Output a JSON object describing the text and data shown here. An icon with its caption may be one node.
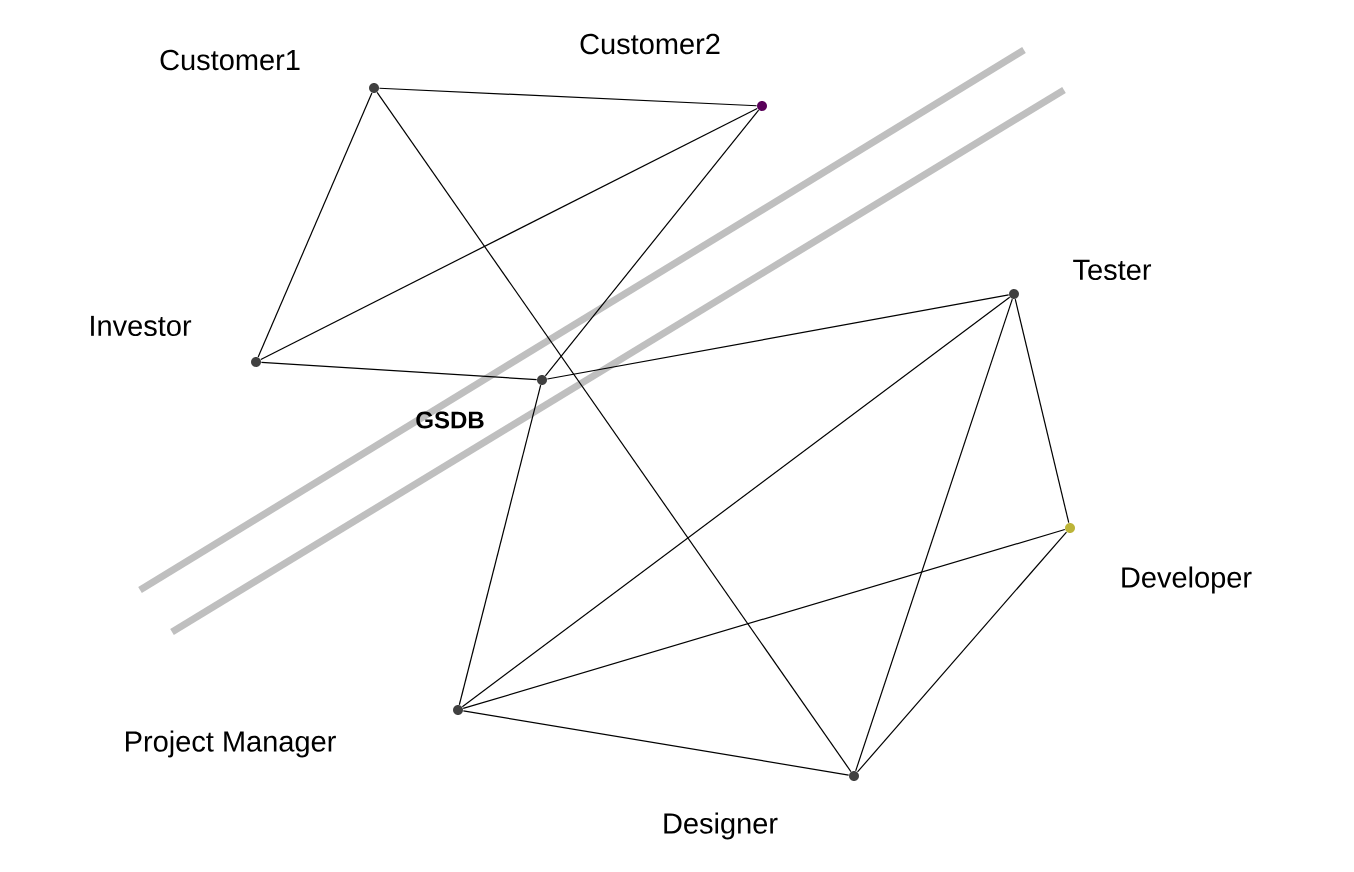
{
  "diagram": {
    "nodes": [
      {
        "text": [
          "Customer1"
        ]
      },
      {
        "text": [
          "Customer2"
        ]
      },
      {
        "text": [
          "Investor"
        ]
      },
      {
        "text": [
          "GSDB"
        ]
      },
      {
        "text": [
          "Tester"
        ]
      },
      {
        "text": [
          "Developer"
        ]
      },
      {
        "text": [
          "Project Manager"
        ]
      },
      {
        "text": [
          "Designer"
        ]
      }
    ],
    "edges": [
      {
        "from": 0,
        "to": 1,
        "arrow": "none"
      },
      {
        "from": 0,
        "to": 2,
        "arrow": "none"
      },
      {
        "from": 0,
        "to": 7,
        "arrow": "none"
      },
      {
        "from": 2,
        "to": 1,
        "arrow": "none"
      },
      {
        "from": 2,
        "to": 3,
        "arrow": "none"
      },
      {
        "from": 3,
        "to": 1,
        "arrow": "none"
      },
      {
        "from": 3,
        "to": 4,
        "arrow": "none"
      },
      {
        "from": 3,
        "to": 6,
        "arrow": "none"
      },
      {
        "from": 6,
        "to": 4,
        "arrow": "none"
      },
      {
        "from": 6,
        "to": 5,
        "arrow": "none"
      },
      {
        "from": 6,
        "to": 7,
        "arrow": "none"
      },
      {
        "from": 4,
        "to": 7,
        "arrow": "none"
      },
      {
        "from": 4,
        "to": 5,
        "arrow": "none"
      },
      {
        "from": 5,
        "to": 7,
        "arrow": "none"
      }
    ]
  }
}
